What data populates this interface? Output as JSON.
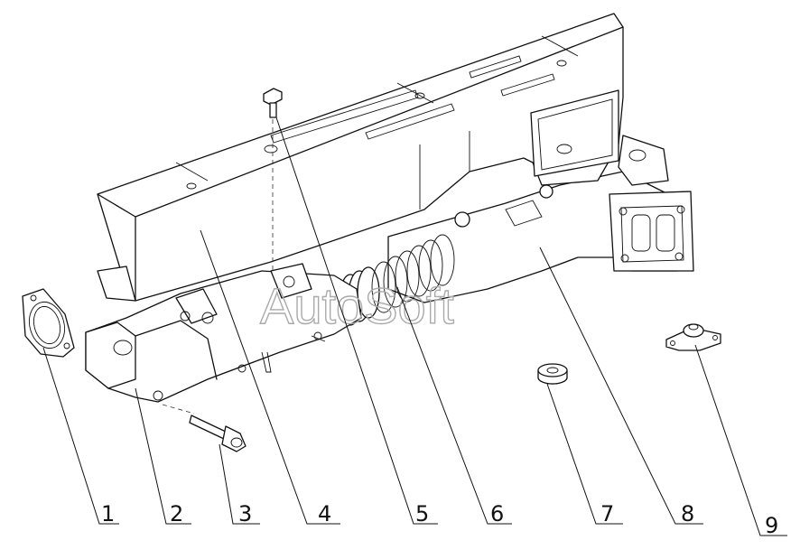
{
  "watermark": "AutoSoft",
  "callouts": [
    {
      "label": "1",
      "part": "gasket"
    },
    {
      "label": "2",
      "part": "manifold-front-section"
    },
    {
      "label": "3",
      "part": "long-bolt"
    },
    {
      "label": "4",
      "part": "heat-shield"
    },
    {
      "label": "5",
      "part": "short-bolt"
    },
    {
      "label": "6",
      "part": "seal-rings"
    },
    {
      "label": "7",
      "part": "spacer"
    },
    {
      "label": "8",
      "part": "manifold-rear-section"
    },
    {
      "label": "9",
      "part": "flange-plate"
    }
  ]
}
